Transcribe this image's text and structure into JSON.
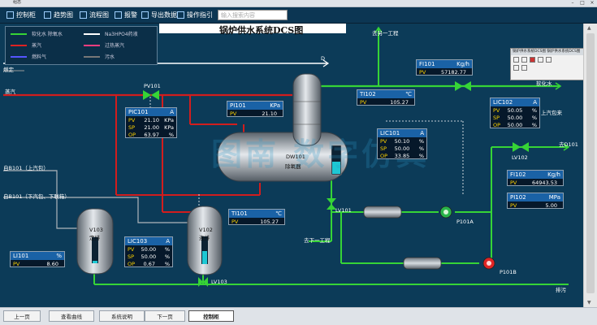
{
  "window": {
    "title": "组态",
    "controls": [
      "–",
      "□",
      "×"
    ]
  },
  "toolbar": {
    "buttons": [
      {
        "label": "控制柜",
        "icon": "panel-icon"
      },
      {
        "label": "趋势图",
        "icon": "trend-icon"
      },
      {
        "label": "流程图",
        "icon": "flow-icon"
      },
      {
        "label": "报警",
        "icon": "alarm-icon"
      },
      {
        "label": "导出数据",
        "icon": "export-icon"
      },
      {
        "label": "操作指引",
        "icon": "guide-icon"
      }
    ],
    "search_placeholder": "输入搜索内容"
  },
  "main_title": "锅炉供水系统DCS图",
  "legend": [
    {
      "label": "软化水 除氧水",
      "color": "#36d436"
    },
    {
      "label": "Na3HPO4药液",
      "color": "#ffffff"
    },
    {
      "label": "蒸汽",
      "color": "#d22"
    },
    {
      "label": "过热蒸汽",
      "color": "#ff3d7f"
    },
    {
      "label": "燃料气",
      "color": "#5555ff"
    },
    {
      "label": "污水",
      "color": "#777777"
    }
  ],
  "labels": {
    "outlet_d": "D",
    "in_steam": "蒸汽",
    "fuel_line": "燃定",
    "to_boiler_1": "去另一工程",
    "soft_water": "软化水",
    "upper_steam": "上汽包来",
    "to_d101": "去D101",
    "from_b101_up": "自B101（上汽包）",
    "from_b101_down": "自B101（下汽包、下联箱）",
    "to_next": "去下一工程",
    "drain": "排污",
    "dw101_tag": "DW101",
    "dw101_name": "除氧器",
    "v103_tag": "V103",
    "v103_name": "定排",
    "v102_tag": "V102",
    "v102_name": "连排",
    "pump_a": "P101A",
    "pump_b": "P101B",
    "valve_pv101": "PV101",
    "valve_lv101": "LV101",
    "valve_lv102": "LV102",
    "valve_lv103": "LV103"
  },
  "panels": {
    "pic101": {
      "tag": "PIC101",
      "mode": "A",
      "pv": "21.10",
      "sp": "21.00",
      "op": "63.97",
      "unit_pv": "KPa",
      "unit_sp": "KPa",
      "unit_op": "%"
    },
    "pi101": {
      "tag": "PI101",
      "unit": "KPa",
      "pv": "21.10"
    },
    "fi101": {
      "tag": "FI101",
      "unit": "Kg/h",
      "pv": "57182.77"
    },
    "ti102": {
      "tag": "TI102",
      "unit": "℃",
      "pv": "105.27"
    },
    "lic101": {
      "tag": "LIC101",
      "mode": "A",
      "pv": "50.10",
      "sp": "50.00",
      "op": "33.85"
    },
    "lic102": {
      "tag": "LIC102",
      "mode": "A",
      "pv": "50.05",
      "sp": "50.00",
      "op": "50.00"
    },
    "fi102": {
      "tag": "FI102",
      "unit": "Kg/h",
      "pv": "64943.53"
    },
    "pi102": {
      "tag": "PI102",
      "unit": "MPa",
      "pv": "5.00"
    },
    "ti101": {
      "tag": "TI101",
      "unit": "℃",
      "pv": "105.27"
    },
    "lic103": {
      "tag": "LIC103",
      "mode": "A",
      "pv": "50.00",
      "sp": "50.00",
      "op": "0.67"
    },
    "li101": {
      "tag": "LI101",
      "unit": "%",
      "pv": "8.60"
    }
  },
  "pv_label": "PV",
  "sp_label": "SP",
  "op_label": "OP",
  "bottom": {
    "buttons": [
      "上一页",
      "查看曲线",
      "系统说明",
      "下一页",
      "控制柜"
    ],
    "active": 4
  },
  "mini_window": {
    "title": "锅炉供水系统DCS图 锅炉供水系统DCS图"
  },
  "watermark": "图南 数字仿真"
}
